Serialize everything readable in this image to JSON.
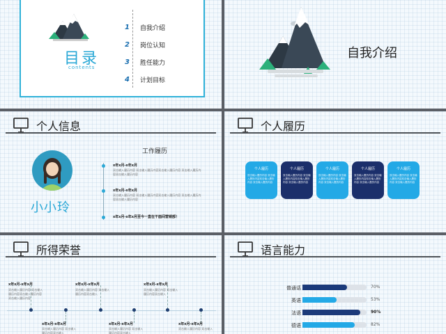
{
  "toc": {
    "title": "目录",
    "subtitle": "contents",
    "items": [
      {
        "num": "1",
        "label": "自我介绍"
      },
      {
        "num": "2",
        "label": "岗位认知"
      },
      {
        "num": "3",
        "label": "胜任能力"
      },
      {
        "num": "4",
        "label": "计划目标"
      }
    ]
  },
  "cover": {
    "title": "自我介绍"
  },
  "profile": {
    "header": "个人信息",
    "name": "小小玲",
    "work_title": "工作履历",
    "entries": [
      {
        "date": "x年x月-x年x月",
        "text": "双击输入履历内容 双击输入履历内容双击输入履历内容 双击输入履历内容双击输入履历内容"
      },
      {
        "date": "x年x月-x年x月",
        "text": "双击输入履历内容 双击输入履历内容双击输入履历内容 双击输入履历内容双击输入履历内容"
      },
      {
        "date": "x年x月-x年x月至今一直在干面间营销部！",
        "text": ""
      }
    ]
  },
  "resume": {
    "header": "个人履历",
    "cards": [
      {
        "title": "个人履历",
        "text": "双击输入履历内容 双击输入履历内容双击输入履历内容 双击输入履历内容",
        "color": "#23a9e6"
      },
      {
        "title": "个人履历",
        "text": "双击输入履历内容 双击输入履历内容双击输入履历内容 双击输入履历内容",
        "color": "#1b2f6b"
      },
      {
        "title": "个人履历",
        "text": "双击输入履历内容 双击输入履历内容双击输入履历内容 双击输入履历内容",
        "color": "#23a9e6"
      },
      {
        "title": "个人履历",
        "text": "双击输入履历内容 双击输入履历内容双击输入履历内容 双击输入履历内容",
        "color": "#1b2f6b"
      },
      {
        "title": "个人履历",
        "text": "双击输入履历内容 双击输入履历内容双击输入履历内容 双击输入履历内容",
        "color": "#23a9e6"
      }
    ]
  },
  "honors": {
    "header": "所得荣誉",
    "items": [
      {
        "date": "x年x月-x年x月",
        "text": "双击输入履历内容 双击输入履历内容双击输入履历内容 双击输入履历内容"
      },
      {
        "date": "x年x月-x年x月",
        "text": "双击输入履历内容 双击输入履历内容双击输入"
      },
      {
        "date": "x年x月-x年x月",
        "text": "双击输入履历内容 双击输入履历内容双击输入"
      },
      {
        "date": "x年x月-x年x月",
        "text": "双击输入履历内容 双击输入履历内容双击输入"
      },
      {
        "date": "x年x月-x年x月",
        "text": "双击输入履历内容 双击输入履历内容双击输入"
      },
      {
        "date": "x年x月-x年x月",
        "text": "双击输入履历内容 双击输入"
      }
    ]
  },
  "language": {
    "header": "语言能力",
    "items": [
      {
        "label": "普通话",
        "value": 70,
        "display": "70%",
        "color": "#1b3a7a"
      },
      {
        "label": "英语",
        "value": 53,
        "display": "53%",
        "color": "#23a9e6"
      },
      {
        "label": "法语",
        "value": 90,
        "display": "90%",
        "color": "#1b3a7a"
      },
      {
        "label": "德语",
        "value": 82,
        "display": "82%",
        "color": "#23a9e6"
      }
    ]
  },
  "icons": [
    "mountain-icon",
    "monitor-icon"
  ]
}
